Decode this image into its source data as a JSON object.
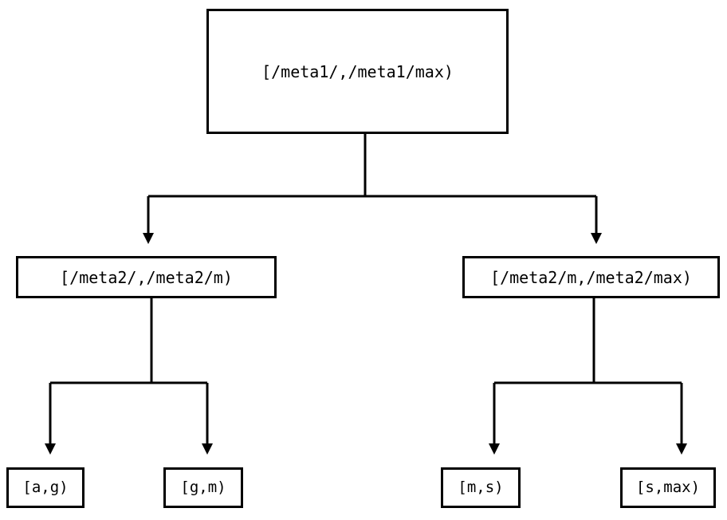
{
  "diagram": {
    "type": "tree",
    "title": "",
    "background_color": "#ffffff",
    "stroke_color": "#000000",
    "nodes": {
      "root": {
        "label": "[/meta1/,/meta1/max)"
      },
      "mid_left": {
        "label": "[/meta2/,/meta2/m)"
      },
      "mid_right": {
        "label": "[/meta2/m,/meta2/max)"
      },
      "leaf_1": {
        "label": "[a,g)"
      },
      "leaf_2": {
        "label": "[g,m)"
      },
      "leaf_3": {
        "label": "[m,s)"
      },
      "leaf_4": {
        "label": "[s,max)"
      }
    },
    "edges": [
      {
        "from": "root",
        "to": "mid_left",
        "arrow": "triangle-down"
      },
      {
        "from": "root",
        "to": "mid_right",
        "arrow": "triangle-down"
      },
      {
        "from": "mid_left",
        "to": "leaf_1",
        "arrow": "triangle-down"
      },
      {
        "from": "mid_left",
        "to": "leaf_2",
        "arrow": "triangle-down"
      },
      {
        "from": "mid_right",
        "to": "leaf_3",
        "arrow": "triangle-down"
      },
      {
        "from": "mid_right",
        "to": "leaf_4",
        "arrow": "triangle-down"
      }
    ]
  }
}
